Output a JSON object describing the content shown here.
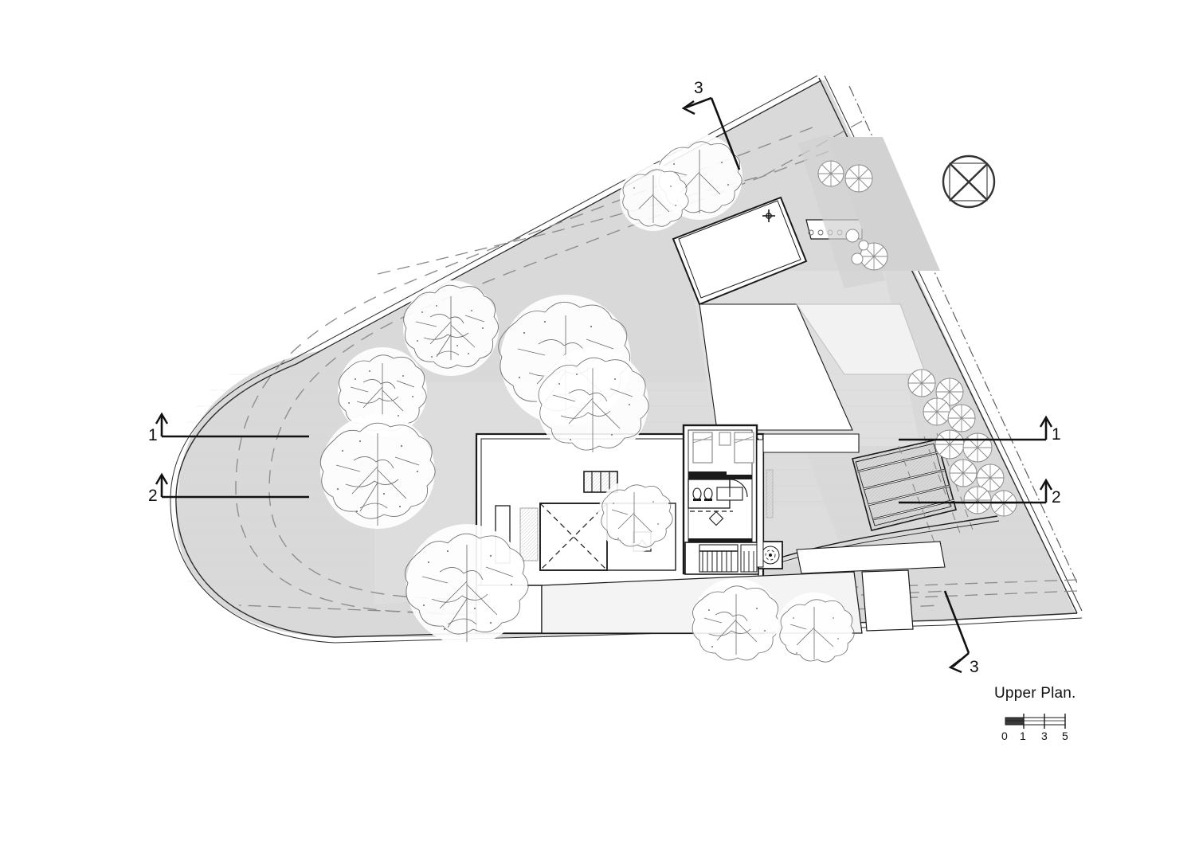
{
  "sheet": {
    "title": "Upper Plan.",
    "background_color": "#ffffff",
    "ink_color": "#1a1a1a",
    "site_fill": "#d9d9d9",
    "vegetation_line_color": "#6e6e6e"
  },
  "scale_bar": {
    "ticks": [
      "0",
      "1",
      "3",
      "5"
    ],
    "filled_segment": "0-1",
    "unit_hint": "m"
  },
  "north_arrow": {
    "icon": "north-point-circle-icon",
    "label": ""
  },
  "section_markers": [
    {
      "id": "sec-1-left",
      "label": "1",
      "side": "left",
      "direction": "up"
    },
    {
      "id": "sec-2-left",
      "label": "2",
      "side": "left",
      "direction": "up"
    },
    {
      "id": "sec-1-right",
      "label": "1",
      "side": "right",
      "direction": "up"
    },
    {
      "id": "sec-2-right",
      "label": "2",
      "side": "right",
      "direction": "up"
    },
    {
      "id": "sec-3-top",
      "label": "3",
      "side": "top",
      "direction": "left"
    },
    {
      "id": "sec-3-bottom",
      "label": "3",
      "side": "bottom",
      "direction": "left"
    }
  ],
  "plan_elements": {
    "site_boundary": "rounded-west-end-angled-east-property-line",
    "driveway": "curved-dashed-loop-drive",
    "main_building": "rectangular-upper-floor-plan",
    "upper_annex": "angled-rectangular-outbuilding",
    "terrace": "angled-hatched-stepped-deck",
    "stair": "straight-run-stair",
    "bedroom": "two-bed-room",
    "bathroom": "bath-with-fixtures",
    "skylight_void": "x-braced-roof-opening",
    "tree_canopies": 9,
    "shrub_symbols": 17
  }
}
